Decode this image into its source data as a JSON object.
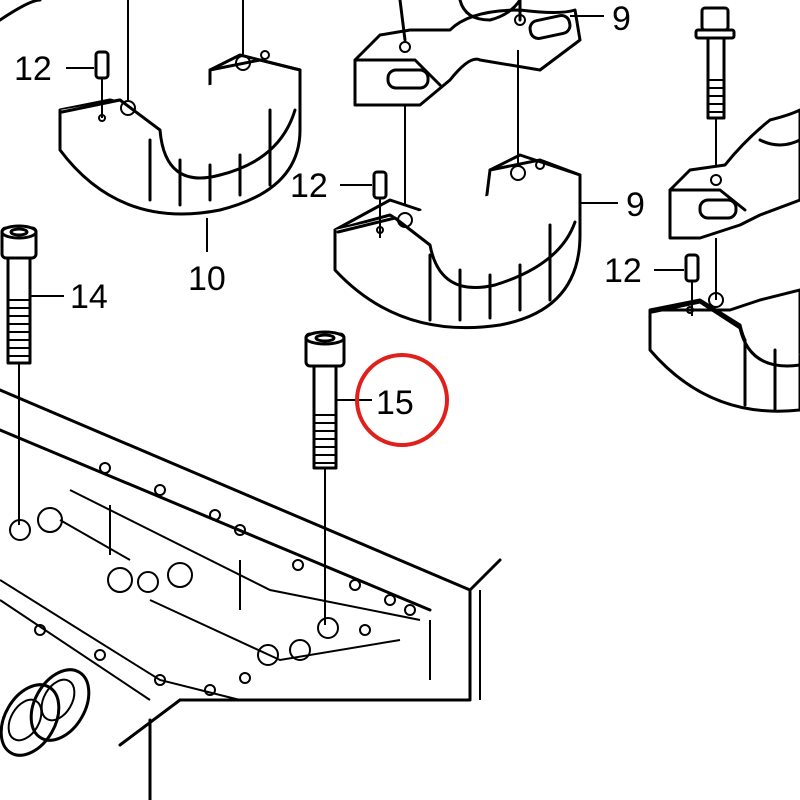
{
  "figure": {
    "highlight_color": "#e0201a",
    "line_color": "#000000",
    "background_color": "#ffffff"
  },
  "callouts": {
    "c9a": "9",
    "c9b": "9",
    "c10": "10",
    "c12a": "12",
    "c12b": "12",
    "c12c": "12",
    "c14": "14",
    "c15": "15"
  },
  "highlight": {
    "target": "15"
  }
}
